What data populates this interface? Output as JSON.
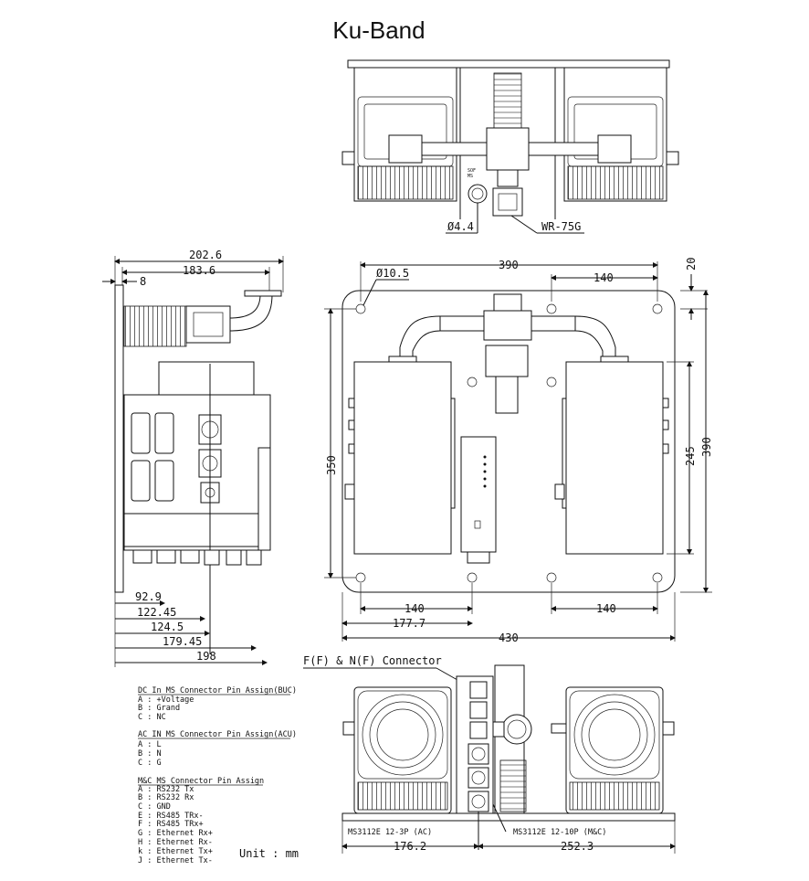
{
  "title": "Ku-Band",
  "top_view": {
    "hole_note": "Ø4.4",
    "waveguide": "WR-75G",
    "connector_tag": "SOF"
  },
  "side_view": {
    "dims": [
      "202.6",
      "183.6",
      "8",
      "92.9",
      "122.45",
      "124.5",
      "179.45",
      "198"
    ]
  },
  "front_view": {
    "dims": {
      "width_top": "390",
      "hole_dia": "Ø10.5",
      "spacing_top": "140",
      "edge_offset": "20",
      "height_left": "350",
      "height_inner": "245",
      "height_right": "390",
      "spacing_bottom_left": "140",
      "spacing_bottom_right": "140",
      "offset_177": "177.7",
      "width_total": "430"
    }
  },
  "bottom_view": {
    "connector_label": "F(F) & N(F) Connector",
    "ac_connector": "MS3112E 12-3P (AC)",
    "mc_connector": "MS3112E 12-10P (M&C)",
    "dim_left": "176.2",
    "dim_right": "252.3"
  },
  "legend": {
    "dc_title": "DC In MS Connector Pin Assign(BUC)",
    "dc_pins": [
      "A : +Voltage",
      "B : Grand",
      "C : NC"
    ],
    "ac_title": "AC IN MS Connector Pin Assign(ACU)",
    "ac_pins": [
      "A : L",
      "B : N",
      "C : G"
    ],
    "mc_title": "M&C MS Connector Pin Assign",
    "mc_pins": [
      "A : RS232 Tx",
      "B : RS232 Rx",
      "C : GND",
      "E : RS485 TRx-",
      "F : RS485 TRx+",
      "G : Ethernet Rx+",
      "H : Ethernet Rx-",
      "k : Ethernet Tx+",
      "J : Ethernet Tx-"
    ],
    "unit": "Unit : mm"
  }
}
